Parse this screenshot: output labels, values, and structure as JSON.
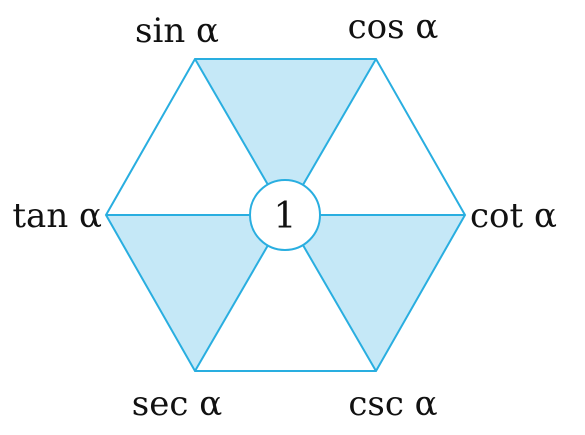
{
  "center": {
    "label": "1"
  },
  "vertices": {
    "top_left": "sin α",
    "top_right": "cos α",
    "left": "tan α",
    "right": "cot α",
    "bottom_left": "sec α",
    "bottom_right": "csc α"
  },
  "colors": {
    "line": "#29aee0",
    "fill": "#c5e8f7",
    "text": "#111111",
    "background": "#ffffff"
  }
}
